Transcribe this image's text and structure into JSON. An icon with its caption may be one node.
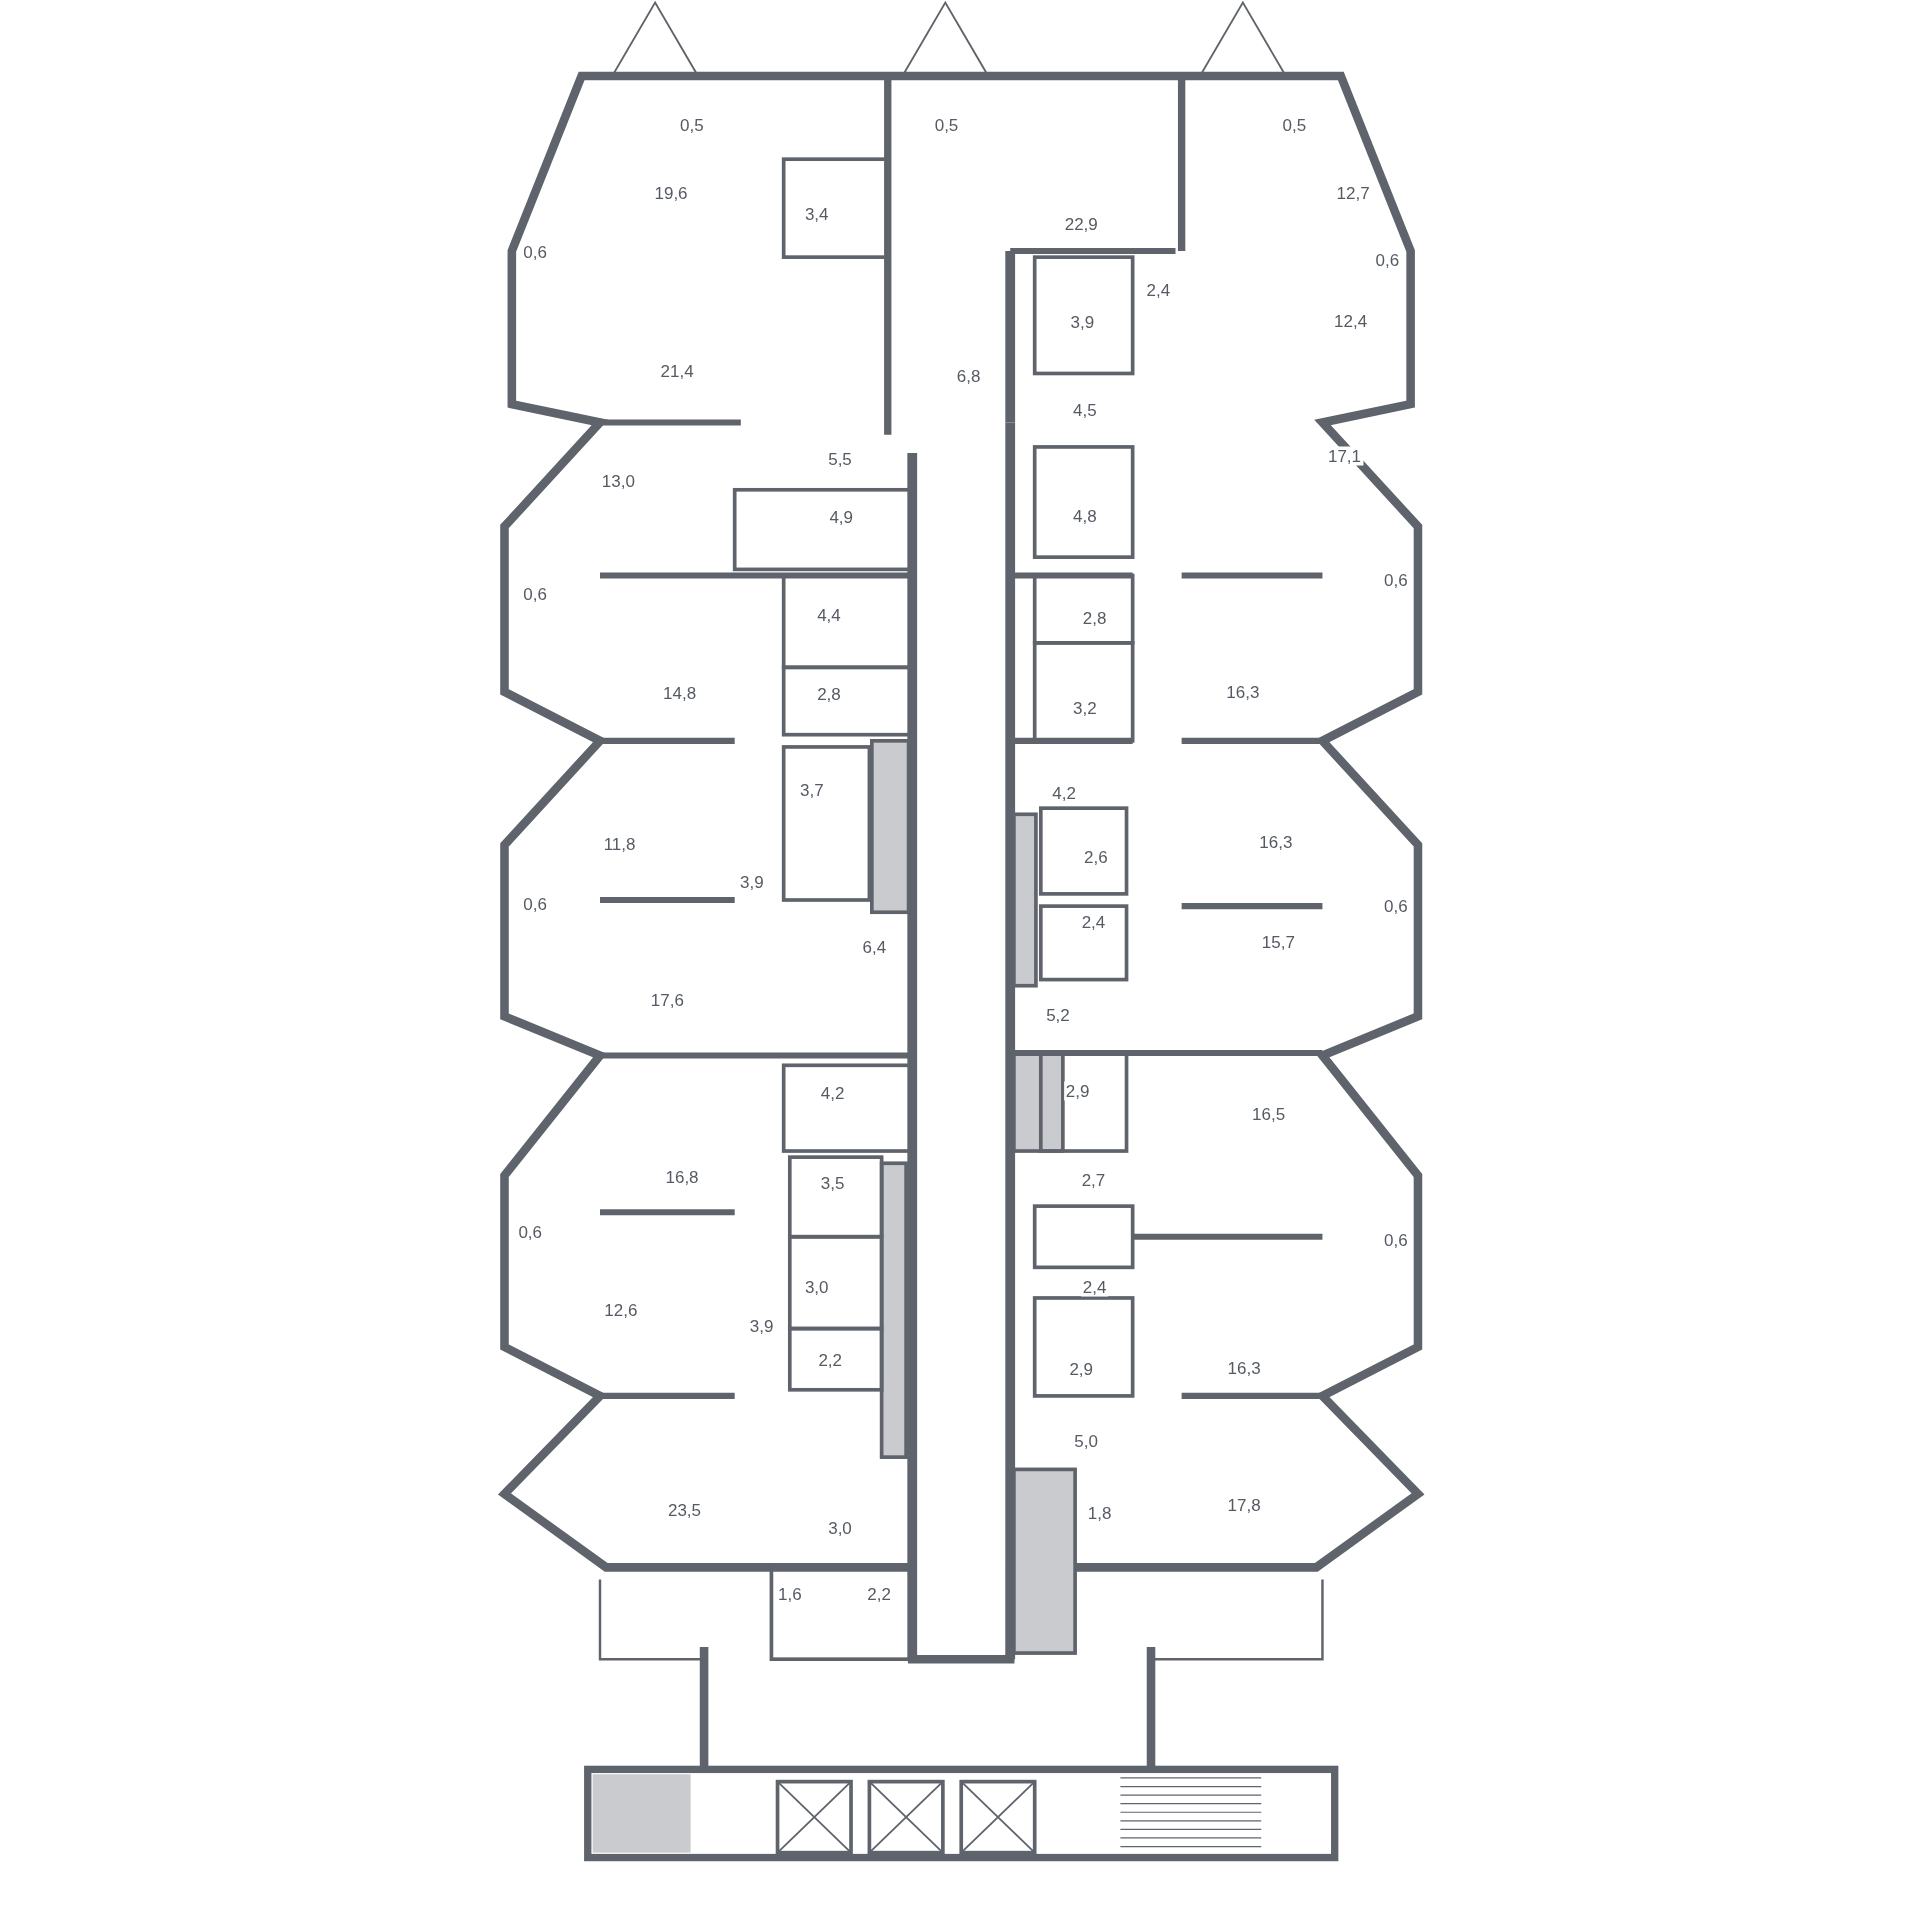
{
  "diagram": {
    "labels": [
      "0,5",
      "0,5",
      "0,5",
      "19,6",
      "12,7",
      "3,4",
      "22,9",
      "0,6",
      "0,6",
      "2,4",
      "3,9",
      "12,4",
      "21,4",
      "6,8",
      "4,5",
      "5,5",
      "17,1",
      "13,0",
      "4,9",
      "4,8",
      "0,6",
      "0,6",
      "4,4",
      "2,8",
      "14,8",
      "2,8",
      "16,3",
      "3,2",
      "3,7",
      "4,2",
      "11,8",
      "2,6",
      "16,3",
      "3,9",
      "0,6",
      "0,6",
      "2,4",
      "6,4",
      "15,7",
      "17,6",
      "5,2",
      "4,2",
      "2,9",
      "16,5",
      "16,8",
      "3,5",
      "2,7",
      "0,6",
      "0,6",
      "3,0",
      "2,4",
      "12,6",
      "3,9",
      "2,2",
      "2,9",
      "16,3",
      "5,0",
      "23,5",
      "1,8",
      "17,8",
      "3,0",
      "1,6",
      "2,2"
    ]
  }
}
